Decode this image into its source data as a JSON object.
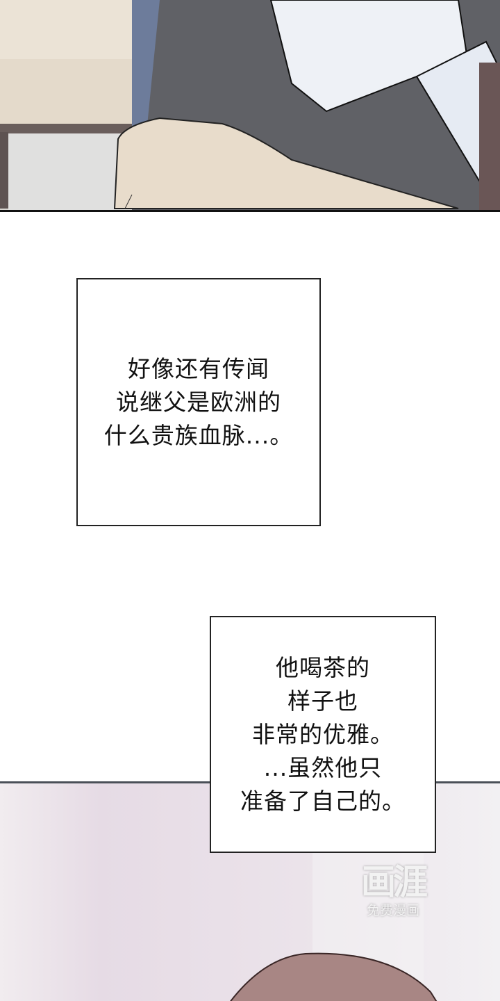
{
  "captions": [
    {
      "lines": [
        "好像还有传闻",
        "说继父是欧洲的",
        "什么贵族血脉...。"
      ]
    },
    {
      "lines": [
        "他喝茶的",
        "样子也",
        "非常的优雅。",
        "...虽然他只",
        "准备了自己的。"
      ]
    }
  ],
  "watermark": {
    "logo": "画涯",
    "subtitle": "免费漫画"
  },
  "colors": {
    "sofa": "#e8dccb",
    "trousers": "#5c5d62",
    "shirt": "#eef1f6",
    "background_bottom": "#ece2ea",
    "hair": "#a88684"
  }
}
